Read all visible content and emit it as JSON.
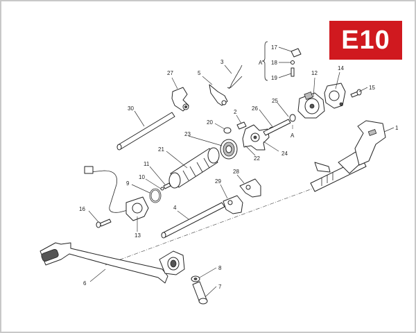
{
  "badge": {
    "text": "E10",
    "color": "#d0191f"
  },
  "callouts": {
    "c1": "1",
    "c2": "2",
    "c3": "3",
    "c4": "4",
    "c5": "5",
    "c6": "6",
    "c7": "7",
    "c8": "8",
    "c9": "9",
    "c10": "10",
    "c11": "11",
    "c12": "12",
    "c13": "13",
    "c14": "14",
    "c15": "15",
    "c16": "16",
    "c17": "17",
    "c18": "18",
    "c19": "19",
    "c20": "20",
    "c21": "21",
    "c22": "22",
    "c23": "23",
    "c24": "24",
    "c25": "25",
    "c26": "26",
    "c27": "27",
    "c28": "28",
    "c29": "29",
    "c30": "30"
  },
  "group_labels": {
    "a_bracket": "A",
    "a_detail": "A"
  }
}
